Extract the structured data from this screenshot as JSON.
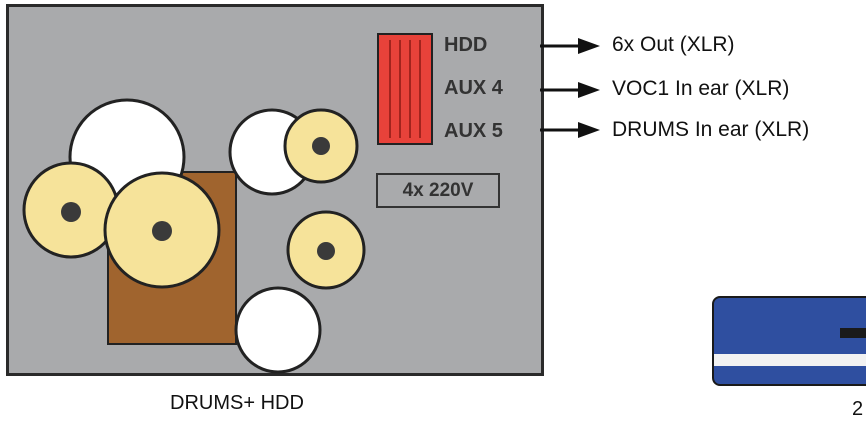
{
  "panel": {
    "labels": {
      "hdd": "HDD",
      "aux4": "AUX 4",
      "aux5": "AUX 5"
    },
    "power": "4x 220V"
  },
  "outputs": [
    "6x Out (XLR)",
    "VOC1 In ear (XLR)",
    "DRUMS In ear (XLR)"
  ],
  "caption": "DRUMS+ HDD",
  "page_number": "2",
  "colors": {
    "panel": "#a9aaac",
    "connector_red": "#e8423a",
    "drum_yellow": "#f6e39a",
    "drum_white": "#ffffff",
    "drum_base": "#a0642e",
    "device_blue": "#2f4fa0"
  }
}
